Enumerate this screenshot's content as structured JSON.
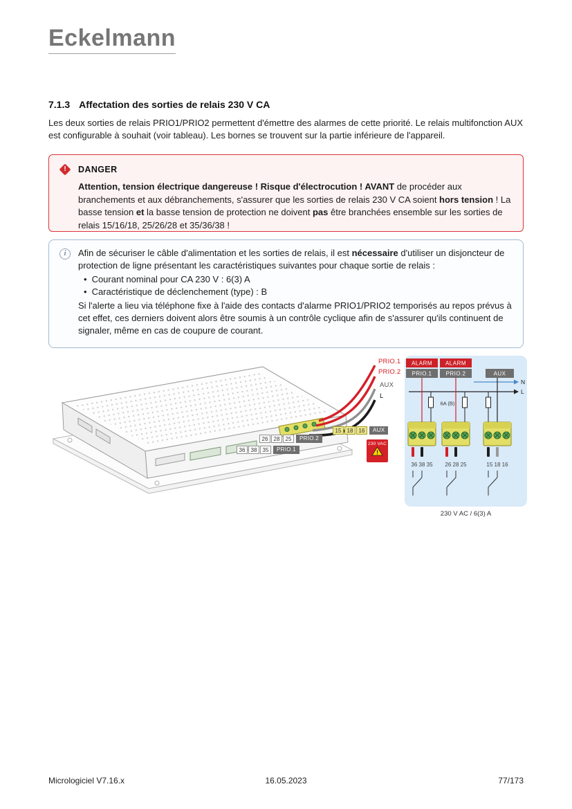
{
  "logo": {
    "text": "Eckelmann"
  },
  "section": {
    "number": "7.1.3",
    "title": "Affectation des sorties de relais 230 V CA"
  },
  "intro": "Les deux sorties de relais PRIO1/PRIO2 permettent d'émettre des alarmes de cette priorité. Le relais multifonction AUX est configurable à souhait (voir tableau). Les bornes se trouvent sur la partie inférieure de l'appareil.",
  "icons": {
    "danger": "diamond-exclamation",
    "danger_glyph": "!",
    "info": "info-circle",
    "info_glyph": "i",
    "warning": "warning-triangle",
    "warning_glyph": "!"
  },
  "danger": {
    "title": "DANGER",
    "segments": [
      {
        "b": true,
        "t": "Attention, tension électrique dangereuse ! Risque d'électrocution ! AVANT"
      },
      {
        "b": false,
        "t": " de procéder aux branchements et aux débranchements, s'assurer que les sorties de relais 230 V CA soient "
      },
      {
        "b": true,
        "t": "hors tension"
      },
      {
        "b": false,
        "t": " ! La basse tension "
      },
      {
        "b": true,
        "t": "et"
      },
      {
        "b": false,
        "t": " la basse tension de protection ne doivent "
      },
      {
        "b": true,
        "t": "pas"
      },
      {
        "b": false,
        "t": " être branchées ensemble sur les sorties de relais 15/16/18, 25/26/28 et 35/36/38 !"
      }
    ]
  },
  "info": {
    "para1": [
      {
        "b": false,
        "t": "Afin de sécuriser le câble d'alimentation et les sorties de relais, il est "
      },
      {
        "b": true,
        "t": "nécessaire"
      },
      {
        "b": false,
        "t": " d'utiliser un disjoncteur de protection de ligne présentant les caractéristiques suivantes pour chaque sortie de relais :"
      }
    ],
    "bullets": [
      "Courant nominal pour CA 230 V : 6(3) A",
      "Caractéristique de déclenchement (type) : B"
    ],
    "para2": "Si l'alerte a lieu via téléphone fixe à l'aide des contacts d'alarme PRIO1/PRIO2 temporisés au repos prévus à cet effet, ces derniers doivent alors être soumis à un contrôle cyclique afin de s'assurer qu'ils continuent de signaler, même en cas de coupure de courant."
  },
  "diagram": {
    "wires": {
      "prio1": "PRIO.1",
      "prio2": "PRIO.2",
      "aux": "AUX",
      "l": "L"
    },
    "device": {
      "aux_cells": [
        "15",
        "18",
        "16"
      ],
      "aux_label": "AUX",
      "prio2_cells": [
        "26",
        "28",
        "25"
      ],
      "prio2_label": "PRIO.2",
      "prio1_cells": [
        "36",
        "38",
        "35"
      ],
      "prio1_label": "PRIO.1",
      "voltage_warning": "230 VAC"
    },
    "schematic": {
      "alarm1": "ALARM",
      "alarm2": "ALARM",
      "prio1": "PRIO.1",
      "prio2": "PRIO.2",
      "aux": "AUX",
      "neutral": "N",
      "line": "L",
      "fuse": "6A (B)",
      "prio1_terminals": "36 38 35",
      "prio2_terminals": "26 28 25",
      "aux_terminals": "15 18 16",
      "caption": "230 V AC / 6(3) A"
    }
  },
  "footer": {
    "left": "Micrologiciel V7.16.x",
    "center": "16.05.2023",
    "right": "77/173"
  },
  "colors": {
    "danger_red": "#d9363c",
    "alarm_red": "#cc2128",
    "wire_red": "#d42027",
    "label_gray": "#6e6e6e",
    "panel_blue": "#d9eaf8",
    "terminal_yellow": "#e3de66",
    "info_border": "#9fbbd3",
    "neutral_blue": "#4b89c8"
  }
}
